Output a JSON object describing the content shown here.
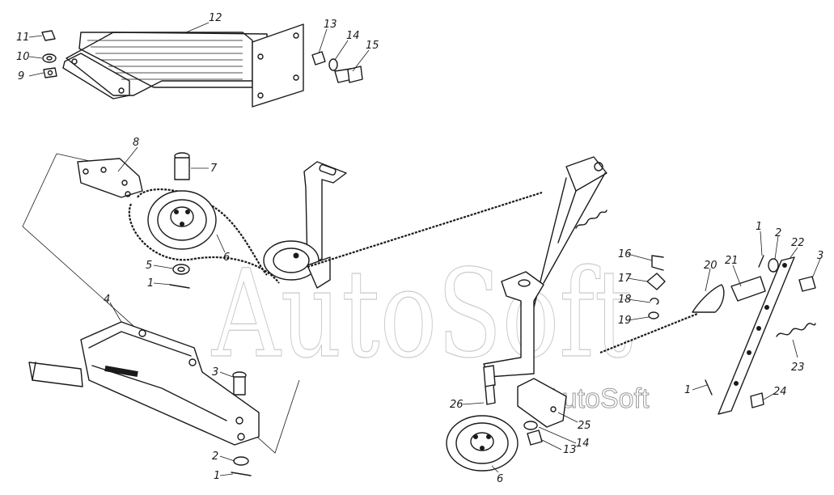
{
  "watermark": {
    "large_text": "AutoSoft",
    "small_text": "AutoSoft"
  },
  "part_labels": [
    "1",
    "2",
    "3",
    "4",
    "5",
    "6",
    "7",
    "8",
    "9",
    "10",
    "11",
    "12",
    "13",
    "14",
    "15",
    "16",
    "17",
    "18",
    "19",
    "20",
    "21",
    "22",
    "23",
    "24",
    "25",
    "26"
  ],
  "callouts": [
    {
      "number": "11"
    },
    {
      "number": "10"
    },
    {
      "number": "9"
    },
    {
      "number": "12"
    },
    {
      "number": "13"
    },
    {
      "number": "14"
    },
    {
      "number": "15"
    },
    {
      "number": "8"
    },
    {
      "number": "7"
    },
    {
      "number": "6"
    },
    {
      "number": "5"
    },
    {
      "number": "1"
    },
    {
      "number": "4"
    },
    {
      "number": "3"
    },
    {
      "number": "2"
    },
    {
      "number": "1"
    },
    {
      "number": "16"
    },
    {
      "number": "17"
    },
    {
      "number": "18"
    },
    {
      "number": "19"
    },
    {
      "number": "20"
    },
    {
      "number": "21"
    },
    {
      "number": "1"
    },
    {
      "number": "2"
    },
    {
      "number": "22"
    },
    {
      "number": "3"
    },
    {
      "number": "23"
    },
    {
      "number": "1"
    },
    {
      "number": "24"
    },
    {
      "number": "26"
    },
    {
      "number": "25"
    },
    {
      "number": "14"
    },
    {
      "number": "13"
    },
    {
      "number": "6"
    }
  ],
  "colors": {
    "ink": "#1a1a1a",
    "paper": "#ffffff",
    "watermark": "#c9c9c9"
  }
}
